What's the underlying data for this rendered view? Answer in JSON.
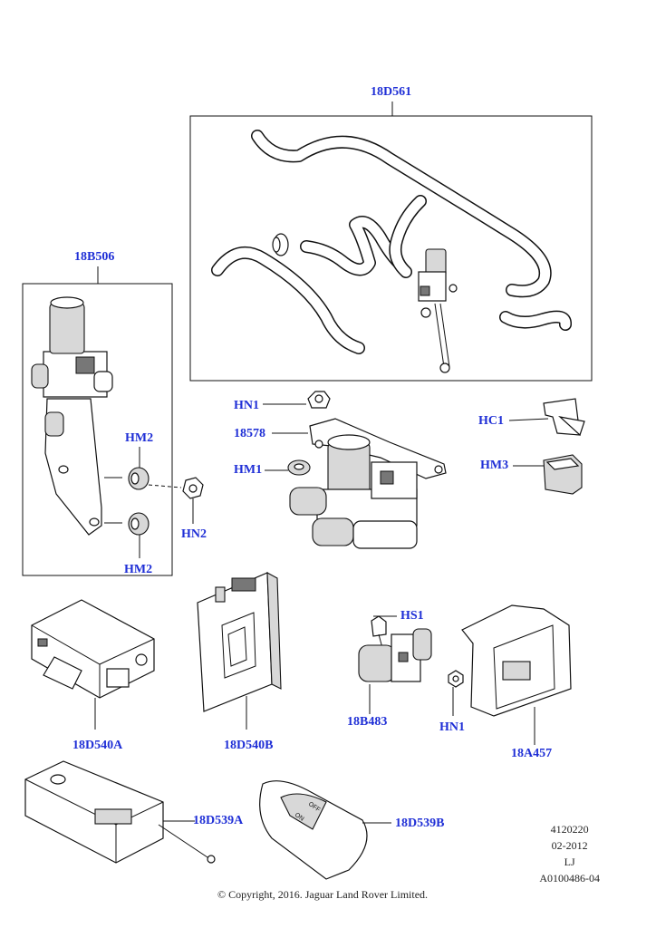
{
  "callouts": {
    "c18D561": "18D561",
    "c18B506": "18B506",
    "cHM2_top": "HM2",
    "cHM2_bottom": "HM2",
    "cHN2": "HN2",
    "cHN1_top": "HN1",
    "c18578": "18578",
    "cHM1": "HM1",
    "cHC1": "HC1",
    "cHM3": "HM3",
    "cHS1": "HS1",
    "c18B483": "18B483",
    "cHN1_bottom": "HN1",
    "c18A457": "18A457",
    "c18D540A": "18D540A",
    "c18D540B": "18D540B",
    "c18D539A": "18D539A",
    "c18D539B": "18D539B"
  },
  "meta": {
    "number": "4120220",
    "date": "02-2012",
    "initials": "LJ",
    "ref": "A0100486-04"
  },
  "copyright": "© Copyright, 2016. Jaguar Land Rover Limited.",
  "remote_buttons": {
    "on": "ON",
    "off": "OFF"
  },
  "colors": {
    "callout": "#1f2fd6",
    "line": "#111111"
  }
}
